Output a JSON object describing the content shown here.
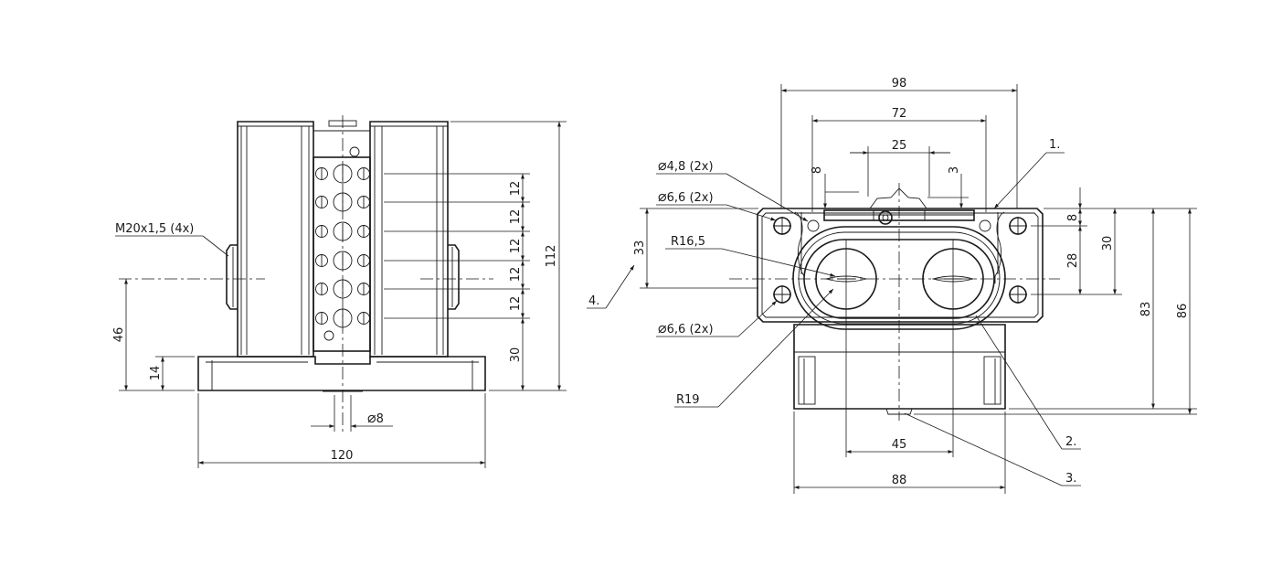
{
  "labels": {
    "thread": "M20x1,5 (4x)",
    "left_dim_46": "46",
    "left_dim_14": "14",
    "left_dim_120": "120",
    "left_dim_phi8": "8",
    "left_dim_112": "112",
    "left_dim_30": "30",
    "pitch_12": "12",
    "right_dim_98": "98",
    "right_dim_72": "72",
    "right_dim_25": "25",
    "right_dim_8_top": "8",
    "right_dim_3": "3",
    "right_dim_33": "33",
    "hole_48": "4,8 (2x)",
    "hole_66_top": "6,6 (2x)",
    "hole_66_bottom": "6,6 (2x)",
    "radius_165": "R16,5",
    "radius_19": "R19",
    "right_dim_8_side": "8",
    "right_dim_28": "28",
    "right_dim_30": "30",
    "right_dim_83": "83",
    "right_dim_86": "86",
    "right_dim_45": "45",
    "right_dim_88": "88",
    "callout_1": "1.",
    "callout_2": "2.",
    "callout_3": "3.",
    "callout_4": "4."
  },
  "symbols": {
    "diameter": "⌀"
  }
}
